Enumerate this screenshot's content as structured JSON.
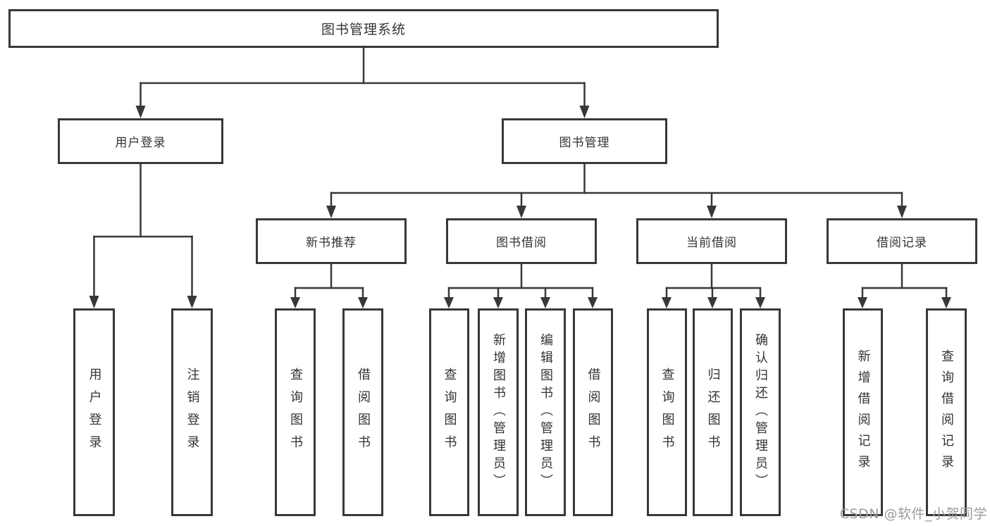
{
  "diagram": {
    "root": {
      "label": "图书管理系统"
    },
    "level2": {
      "user_login": {
        "label": "用户登录"
      },
      "book_mgmt": {
        "label": "图书管理"
      }
    },
    "level3": {
      "new_book_rec": {
        "label": "新书推荐"
      },
      "book_borrow": {
        "label": "图书借阅"
      },
      "current_borrow": {
        "label": "当前借阅"
      },
      "borrow_record": {
        "label": "借阅记录"
      }
    },
    "leaves": [
      {
        "label": "用户登录"
      },
      {
        "label": "注销登录"
      },
      {
        "label": "查询图书"
      },
      {
        "label": "借阅图书"
      },
      {
        "label": "查询图书"
      },
      {
        "label": "新增图书（管理员）"
      },
      {
        "label": "编辑图书（管理员）"
      },
      {
        "label": "借阅图书"
      },
      {
        "label": "查询图书"
      },
      {
        "label": "归还图书"
      },
      {
        "label": "确认归还（管理员）"
      },
      {
        "label": "新增借阅记录"
      },
      {
        "label": "查询借阅记录"
      }
    ]
  },
  "watermark": {
    "text": "CSDN @软件_小贺同学"
  },
  "colors": {
    "line": "#383838",
    "text": "#333333",
    "watermark": "#969ca3",
    "background": "#ffffff"
  }
}
